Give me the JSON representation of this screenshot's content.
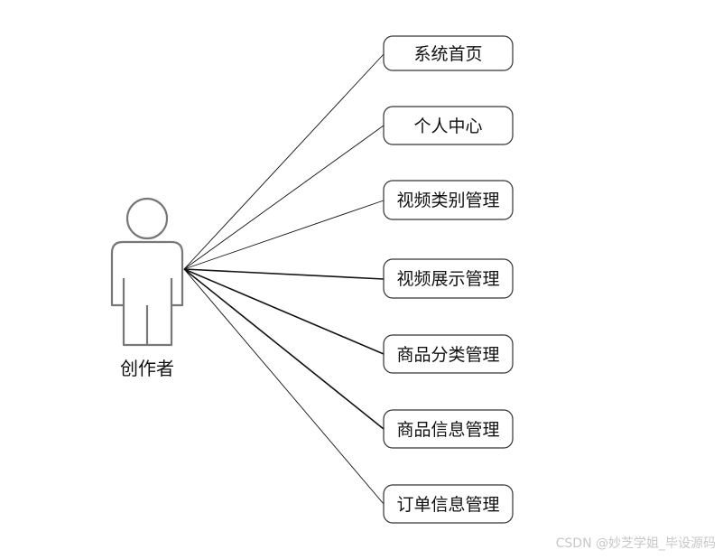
{
  "diagram": {
    "actor": {
      "label": "创作者"
    },
    "use_cases": [
      {
        "label": "系统首页"
      },
      {
        "label": "个人中心"
      },
      {
        "label": "视频类别管理"
      },
      {
        "label": "视频展示管理"
      },
      {
        "label": "商品分类管理"
      },
      {
        "label": "商品信息管理"
      },
      {
        "label": "订单信息管理"
      }
    ]
  },
  "watermark": {
    "text": "CSDN @妙芝学姐_毕设源码"
  }
}
